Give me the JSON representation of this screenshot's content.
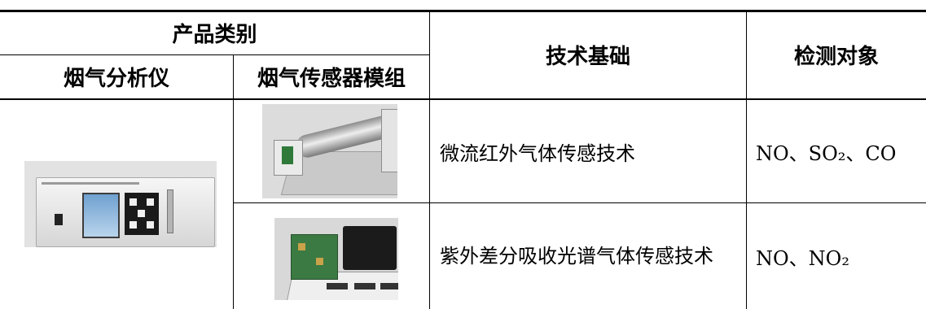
{
  "table": {
    "header": {
      "product_category": "产品类别",
      "flue_gas_analyzer": "烟气分析仪",
      "sensor_module": "烟气传感器模组",
      "technology_basis": "技术基础",
      "detection_target": "检测对象"
    },
    "rows": [
      {
        "technology": "微流红外气体传感技术",
        "target": "NO、SO₂、CO"
      },
      {
        "technology": "紫外差分吸收光谱气体传感技术",
        "target": "NO、NO₂"
      }
    ]
  }
}
